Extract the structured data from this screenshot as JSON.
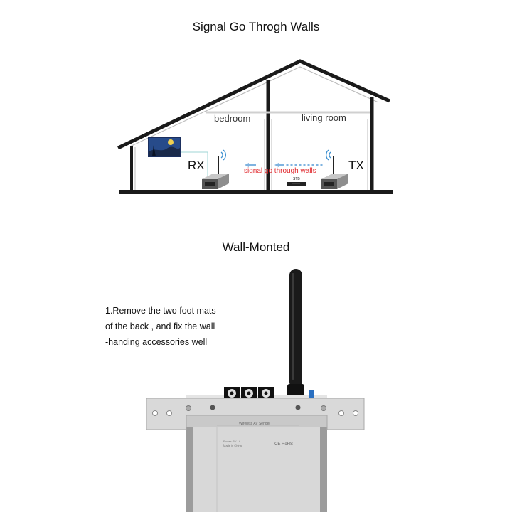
{
  "section1": {
    "title": "Signal Go Throgh Walls",
    "rooms": {
      "left": "bedroom",
      "right": "living room"
    },
    "labels": {
      "rx": "RX",
      "tx": "TX",
      "signal": "signal go through walls",
      "stb": "STB"
    }
  },
  "section2": {
    "title": "Wall-Monted",
    "instructions": [
      "1.Remove the two foot mats",
      "of  the back , and fix the wall",
      "-handing accessories well"
    ],
    "device_label_text": "Wireless AV Sender",
    "device_small_text": [
      "Power: 5V 1A",
      "Made in China"
    ],
    "device_marks": "CE RoHS"
  },
  "colors": {
    "wall": "#1a1a1a",
    "signal": "#e0262b",
    "arrow": "#7fb3e0",
    "device": "#b8b8b8",
    "bracket": "#d4d4d4"
  }
}
